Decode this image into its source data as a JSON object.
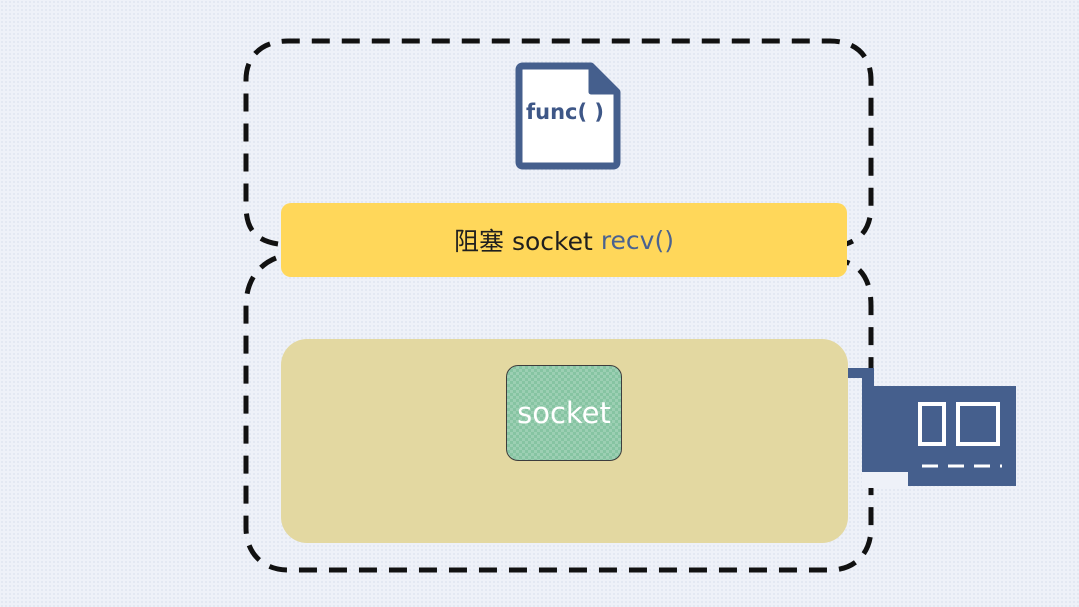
{
  "process": {
    "file_icon": "document-icon",
    "func_label": "func( )"
  },
  "syscall": {
    "label_prefix": "阻塞 socket",
    "label_fn": "recv()",
    "color": "#ffd75a"
  },
  "kernel": {
    "color": "#e3d8a1",
    "socket_label": "socket",
    "socket_color": "#86c4a2"
  },
  "nic": {
    "icon": "network-card-icon",
    "color": "#455f8d"
  }
}
